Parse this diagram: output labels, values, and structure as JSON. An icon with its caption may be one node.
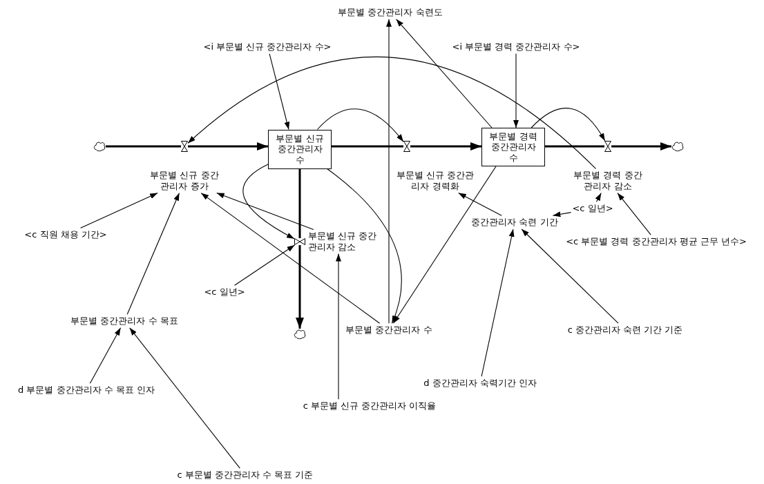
{
  "diagram": {
    "nodes": [
      {
        "text": [
          "부문별 중간관리자 숙련도"
        ]
      },
      {
        "text": [
          "<i 부문별 신규 중간관리자 수>"
        ]
      },
      {
        "text": [
          "<i 부문별 경력 중간관리자 수>"
        ]
      },
      {
        "text": [],
        "shape": "cloud"
      },
      {
        "text": [],
        "shape": "valve"
      },
      {
        "text": [
          "부문별 신규 중간관리자 수"
        ]
      },
      {
        "text": [],
        "shape": "valve"
      },
      {
        "text": [
          "부문별 경력 중간관리자 수"
        ]
      },
      {
        "text": [],
        "shape": "valve"
      },
      {
        "text": [],
        "shape": "cloud"
      },
      {
        "text": [
          "부문별 신규 중간관리자 증가"
        ]
      },
      {
        "text": [
          "부문별 신규 중간관리자 경력화"
        ]
      },
      {
        "text": [
          "부문별 경력 중간관리자 감소"
        ]
      },
      {
        "text": [
          "<c 일년>"
        ]
      },
      {
        "text": [
          "중간관리자 숙련 기간"
        ]
      },
      {
        "text": [
          "<c 직원 채용 기간>"
        ]
      },
      {
        "text": [
          "<c 부문별 경력 중간관리자 평균 근무 년수>"
        ]
      },
      {
        "text": [],
        "shape": "valve"
      },
      {
        "text": [
          "부문별 신규 중간관리자 감소"
        ]
      },
      {
        "text": [
          "<c 일년>"
        ]
      },
      {
        "text": [
          "부문별 중간관리자 수 목표"
        ]
      },
      {
        "text": [
          "부문별 중간관리자 수"
        ]
      },
      {
        "text": [],
        "shape": "cloud"
      },
      {
        "text": [
          "d 부문별 중간관리자 수 목표 인자"
        ]
      },
      {
        "text": [
          "d 중간관리자 숙력기간 인자"
        ]
      },
      {
        "text": [
          "c 중간관리자 숙련 기간 기준"
        ]
      },
      {
        "text": [
          "c 부문별 신규 중간관리자 이직율"
        ]
      },
      {
        "text": [
          "c 부문별 중간관리자 수 목표 기준"
        ]
      }
    ],
    "edges": [
      {
        "from": 3,
        "to": 4,
        "arrow": "none",
        "style": "thick"
      },
      {
        "from": 4,
        "to": 5,
        "arrow": "to",
        "style": "thick"
      },
      {
        "from": 5,
        "to": 6,
        "arrow": "none",
        "style": "thick"
      },
      {
        "from": 6,
        "to": 7,
        "arrow": "to",
        "style": "thick"
      },
      {
        "from": 7,
        "to": 8,
        "arrow": "none",
        "style": "thick"
      },
      {
        "from": 8,
        "to": 9,
        "arrow": "to",
        "style": "thick"
      },
      {
        "from": 5,
        "to": 17,
        "arrow": "none",
        "style": "thick"
      },
      {
        "from": 17,
        "to": 22,
        "arrow": "to",
        "style": "thick"
      },
      {
        "from": 1,
        "to": 5,
        "arrow": "to"
      },
      {
        "from": 2,
        "to": 7,
        "arrow": "to"
      },
      {
        "from": 5,
        "to": 6,
        "arrow": "to"
      },
      {
        "from": 7,
        "to": 8,
        "arrow": "to"
      },
      {
        "from": 7,
        "to": 0,
        "arrow": "to"
      },
      {
        "from": 21,
        "to": 0,
        "arrow": "to"
      },
      {
        "from": 12,
        "to": 4,
        "arrow": "to"
      },
      {
        "from": 5,
        "to": 21,
        "arrow": "to"
      },
      {
        "from": 7,
        "to": 21,
        "arrow": "to"
      },
      {
        "from": 5,
        "to": 17,
        "arrow": "to"
      },
      {
        "from": 18,
        "to": 10,
        "arrow": "to"
      },
      {
        "from": 21,
        "to": 10,
        "arrow": "to"
      },
      {
        "from": 15,
        "to": 10,
        "arrow": "to"
      },
      {
        "from": 20,
        "to": 10,
        "arrow": "to"
      },
      {
        "from": 19,
        "to": 17,
        "arrow": "to"
      },
      {
        "from": 26,
        "to": 18,
        "arrow": "to"
      },
      {
        "from": 23,
        "to": 20,
        "arrow": "to"
      },
      {
        "from": 27,
        "to": 20,
        "arrow": "to"
      },
      {
        "from": 14,
        "to": 11,
        "arrow": "to"
      },
      {
        "from": 13,
        "to": 14,
        "arrow": "to"
      },
      {
        "from": 16,
        "to": 12,
        "arrow": "to"
      },
      {
        "from": 24,
        "to": 14,
        "arrow": "to"
      },
      {
        "from": 25,
        "to": 14,
        "arrow": "to"
      },
      {
        "from": 13,
        "to": 12,
        "arrow": "to"
      }
    ]
  }
}
